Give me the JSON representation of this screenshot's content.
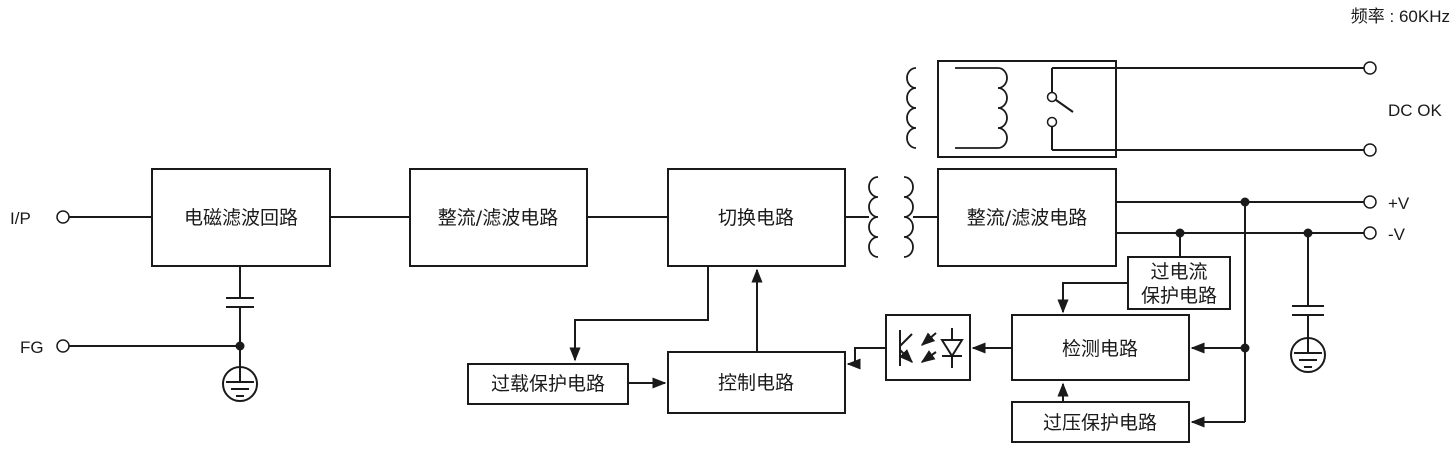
{
  "frequency": "频率 : 60KHz",
  "terminals": {
    "input": "I/P",
    "frame_ground": "FG",
    "dc_ok": "DC OK",
    "positive": "+V",
    "negative": "-V"
  },
  "blocks": {
    "emi_filter": "电磁滤波回路",
    "rectifier_primary": "整流/滤波电路",
    "switching": "切换电路",
    "rectifier_secondary": "整流/滤波电路",
    "overcurrent_line1": "过电流",
    "overcurrent_line2": "保护电路",
    "detection": "检测电路",
    "overload": "过载保护电路",
    "control": "控制电路",
    "overvoltage": "过压保护电路"
  }
}
